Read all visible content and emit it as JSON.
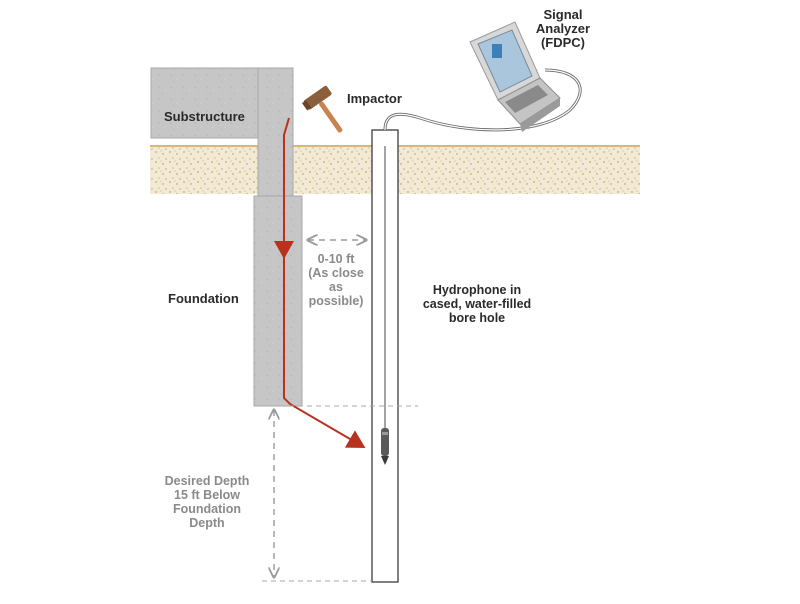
{
  "labels": {
    "signal_analyzer": [
      "Signal",
      "Analyzer",
      "(FDPC)"
    ],
    "impactor": "Impactor",
    "substructure": "Substructure",
    "foundation": "Foundation",
    "offset": [
      "0-10 ft",
      "(As close",
      "as",
      "possible)"
    ],
    "hydrophone": [
      "Hydrophone in",
      "cased, water-filled",
      "bore hole"
    ],
    "depth": [
      "Desired Depth",
      "15 ft Below",
      "Foundation",
      "Depth"
    ]
  },
  "colors": {
    "wave_path": "#b8321f",
    "concrete": "#c8c8c8",
    "soil": "#e9dcc0",
    "grade_line": "#d9b877",
    "dim_line": "#9a9a9a",
    "label_dark": "#2a2a2a",
    "label_grey": "#8a8a8a"
  },
  "icons": {
    "impactor": "hammer-icon",
    "analyzer": "laptop-case-icon",
    "hydrophone": "probe-icon"
  }
}
